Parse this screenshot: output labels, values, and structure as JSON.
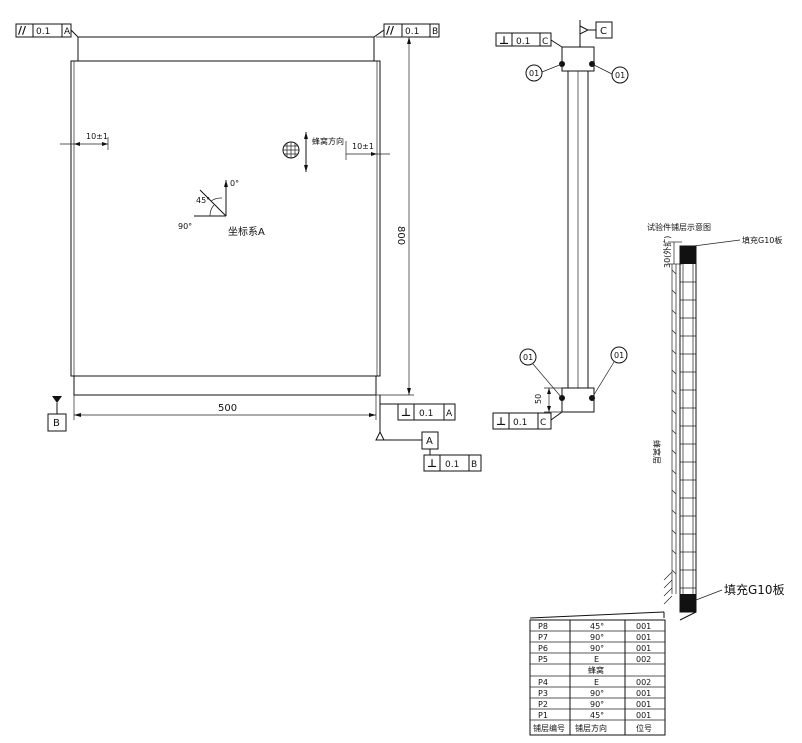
{
  "front_view": {
    "parallel_frame_a": {
      "symbol": "//",
      "tolerance": "0.1",
      "datum": "A"
    },
    "parallel_frame_b": {
      "symbol": "//",
      "tolerance": "0.1",
      "datum": "B"
    },
    "edge_dim_left": "10±1",
    "edge_dim_right": "10±1",
    "honeycomb_dir": "蜂窝方向",
    "angle_0": "0°",
    "angle_45": "45°",
    "angle_90": "90°",
    "coord_label": "坐标系A",
    "height_dim": "800",
    "width_dim": "500",
    "datum_b_label": "B",
    "perp_frame_a": {
      "symbol": "⊥",
      "tolerance": "0.1",
      "datum": "A"
    },
    "datum_a_label": "A",
    "perp_frame_b": {
      "symbol": "⊥",
      "tolerance": "0.1",
      "datum": "B"
    }
  },
  "side_view": {
    "perp_top": {
      "symbol": "⊥",
      "tolerance": "0.1",
      "datum": "C"
    },
    "datum_c_label": "C",
    "balloons": [
      "01",
      "01",
      "01",
      "01"
    ],
    "dim_50": "50",
    "perp_bottom": {
      "symbol": "⊥",
      "tolerance": "0.1",
      "datum": "C"
    }
  },
  "layup": {
    "title": "试验件铺层示意图",
    "top_label": "填充G10板",
    "bottom_label": "填充G10板",
    "side_dim": "30(外扩)",
    "core_label": "蜂窝层",
    "table": {
      "headers": [
        "铺层编号",
        "铺层方向",
        "位号"
      ],
      "rows": [
        [
          "P8",
          "45°",
          "001"
        ],
        [
          "P7",
          "90°",
          "001"
        ],
        [
          "P6",
          "90°",
          "001"
        ],
        [
          "P5",
          "E",
          "002"
        ],
        [
          "",
          "蜂窝",
          ""
        ],
        [
          "P4",
          "E",
          "002"
        ],
        [
          "P3",
          "90°",
          "001"
        ],
        [
          "P2",
          "90°",
          "001"
        ],
        [
          "P1",
          "45°",
          "001"
        ]
      ]
    }
  }
}
